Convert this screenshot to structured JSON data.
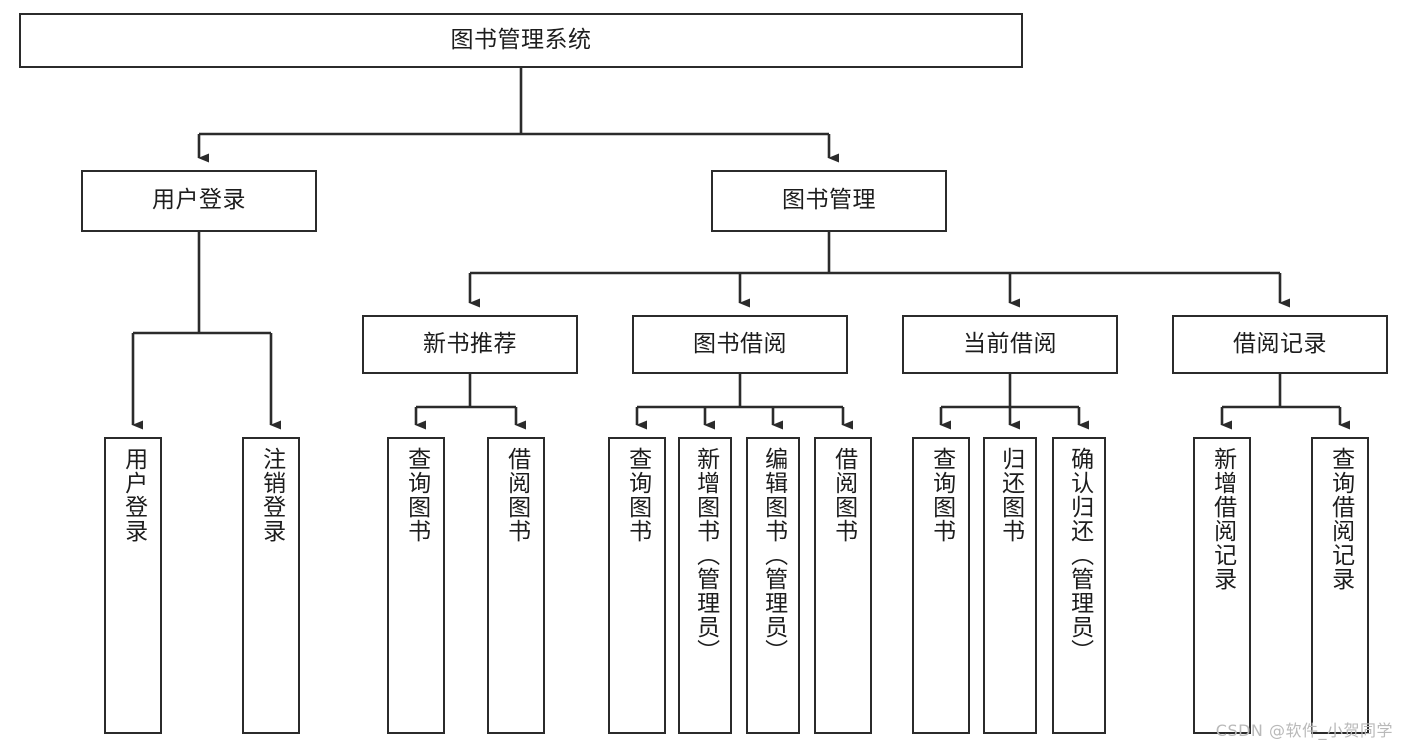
{
  "diagram": {
    "title": "图书管理系统",
    "type": "tree-hierarchy",
    "levels": 4,
    "nodes": {
      "root": {
        "label": "图书管理系统"
      },
      "level2": [
        {
          "id": "user-login",
          "label": "用户登录"
        },
        {
          "id": "book-manage",
          "label": "图书管理"
        }
      ],
      "level3": [
        {
          "id": "new-book-rec",
          "label": "新书推荐"
        },
        {
          "id": "book-borrow",
          "label": "图书借阅"
        },
        {
          "id": "current-borrow",
          "label": "当前借阅"
        },
        {
          "id": "borrow-record",
          "label": "借阅记录"
        }
      ],
      "level4": [
        {
          "id": "leaf-user-login",
          "label": "用户登录"
        },
        {
          "id": "leaf-logout",
          "label": "注销登录"
        },
        {
          "id": "leaf-query-book-1",
          "label": "查询图书"
        },
        {
          "id": "leaf-borrow-book-1",
          "label": "借阅图书"
        },
        {
          "id": "leaf-query-book-2",
          "label": "查询图书"
        },
        {
          "id": "leaf-add-book",
          "label": "新增图书（管理员）"
        },
        {
          "id": "leaf-edit-book",
          "label": "编辑图书（管理员）"
        },
        {
          "id": "leaf-borrow-book-2",
          "label": "借阅图书"
        },
        {
          "id": "leaf-query-book-3",
          "label": "查询图书"
        },
        {
          "id": "leaf-return-book",
          "label": "归还图书"
        },
        {
          "id": "leaf-confirm-return",
          "label": "确认归还（管理员）"
        },
        {
          "id": "leaf-add-record",
          "label": "新增借阅记录"
        },
        {
          "id": "leaf-query-record",
          "label": "查询借阅记录"
        }
      ]
    },
    "colors": {
      "border": "#2b2b2b",
      "background": "#ffffff",
      "text": "#1d1d1d",
      "watermark": "#b9b9b9"
    }
  },
  "watermark": {
    "text": "CSDN @软件_小贺同学"
  }
}
